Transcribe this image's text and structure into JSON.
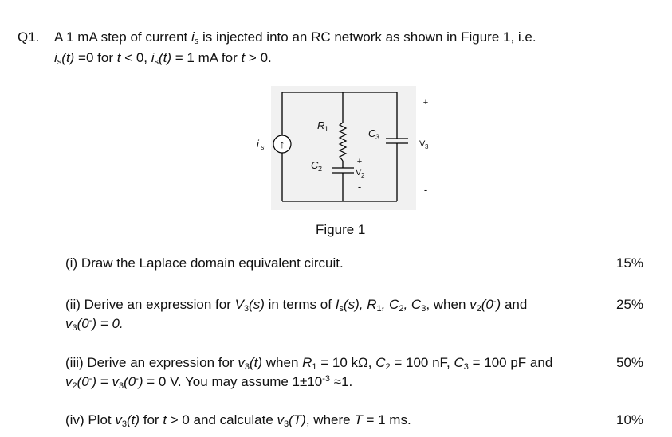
{
  "question": {
    "number": "Q1.",
    "intro": {
      "t1": "A 1 mA step of current ",
      "is_sym": "i",
      "is_sub": "s",
      "t2": " is injected into an RC network as shown in Figure 1, i.e.",
      "l2_a": "i",
      "l2_a_sub": "s",
      "l2_b": "(t)",
      "l2_c": " =0 for ",
      "l2_d": "t",
      "l2_e": " < 0, ",
      "l2_f": "i",
      "l2_f_sub": "s",
      "l2_g": "(t)",
      "l2_h": " = 1 mA for ",
      "l2_i": "t",
      "l2_j": " > 0."
    }
  },
  "figure": {
    "caption": "Figure 1",
    "labels": {
      "is": "i",
      "is_sub": "s",
      "r1": "R",
      "r1_sub": "1",
      "c2": "C",
      "c2_sub": "2",
      "c3": "C",
      "c3_sub": "3",
      "v2": "V",
      "v2_sub": "2",
      "v3": "V",
      "v3_sub": "3",
      "plus": "+",
      "minus": "-",
      "arrow": "↑"
    },
    "colors": {
      "background": "#f1f1f1",
      "wire": "#000000"
    }
  },
  "parts": [
    {
      "id": "i",
      "weight": "15%",
      "text": "(i) Draw the Laplace domain equivalent circuit."
    },
    {
      "id": "ii",
      "weight": "25%",
      "l1": {
        "a": "(ii) Derive an expression for ",
        "b": "V",
        "b_sub": "3",
        "c": "(s)",
        "d": " in terms of ",
        "e": "I",
        "e_sub": "s",
        "f": "(s), R",
        "f_sub": "1",
        "g": ", C",
        "g_sub": "2",
        "h": ", C",
        "h_sub": "3",
        "i": ", when ",
        "j": "v",
        "j_sub": "2",
        "k": "(0",
        "k_sup": "-",
        "l": ")",
        "m": " and"
      },
      "l2": {
        "a": "v",
        "a_sub": "3",
        "b": "(0",
        "b_sup": "-",
        "c": ") = 0."
      }
    },
    {
      "id": "iii",
      "weight": "50%",
      "l1": {
        "a": "(iii) Derive an expression for ",
        "b": "v",
        "b_sub": "3",
        "c": "(t)",
        "d": " when ",
        "e": "R",
        "e_sub": "1",
        "f": " = 10 kΩ, ",
        "g": "C",
        "g_sub": "2",
        "h": " = 100 nF, ",
        "i": "C",
        "i_sub": "3",
        "j": " = 100 pF and"
      },
      "l2": {
        "a": "v",
        "a_sub": "2",
        "b": "(0",
        "b_sup": "-",
        "c": ")",
        "d": " = ",
        "e": "v",
        "e_sub": "3",
        "f": "(0",
        "f_sup": "-",
        "g": ")",
        "h": " = 0 V. You may assume 1±10",
        "h_sup": "-3",
        "i": " ≈1."
      }
    },
    {
      "id": "iv",
      "weight": "10%",
      "l1": {
        "a": "(iv) Plot ",
        "b": "v",
        "b_sub": "3",
        "c": "(t)",
        "d": " for ",
        "e": "t",
        "f": " > 0 and calculate ",
        "g": "v",
        "g_sub": "3",
        "h": "(T)",
        "i": ", where ",
        "j": "T",
        "k": " = 1 ms."
      }
    }
  ]
}
